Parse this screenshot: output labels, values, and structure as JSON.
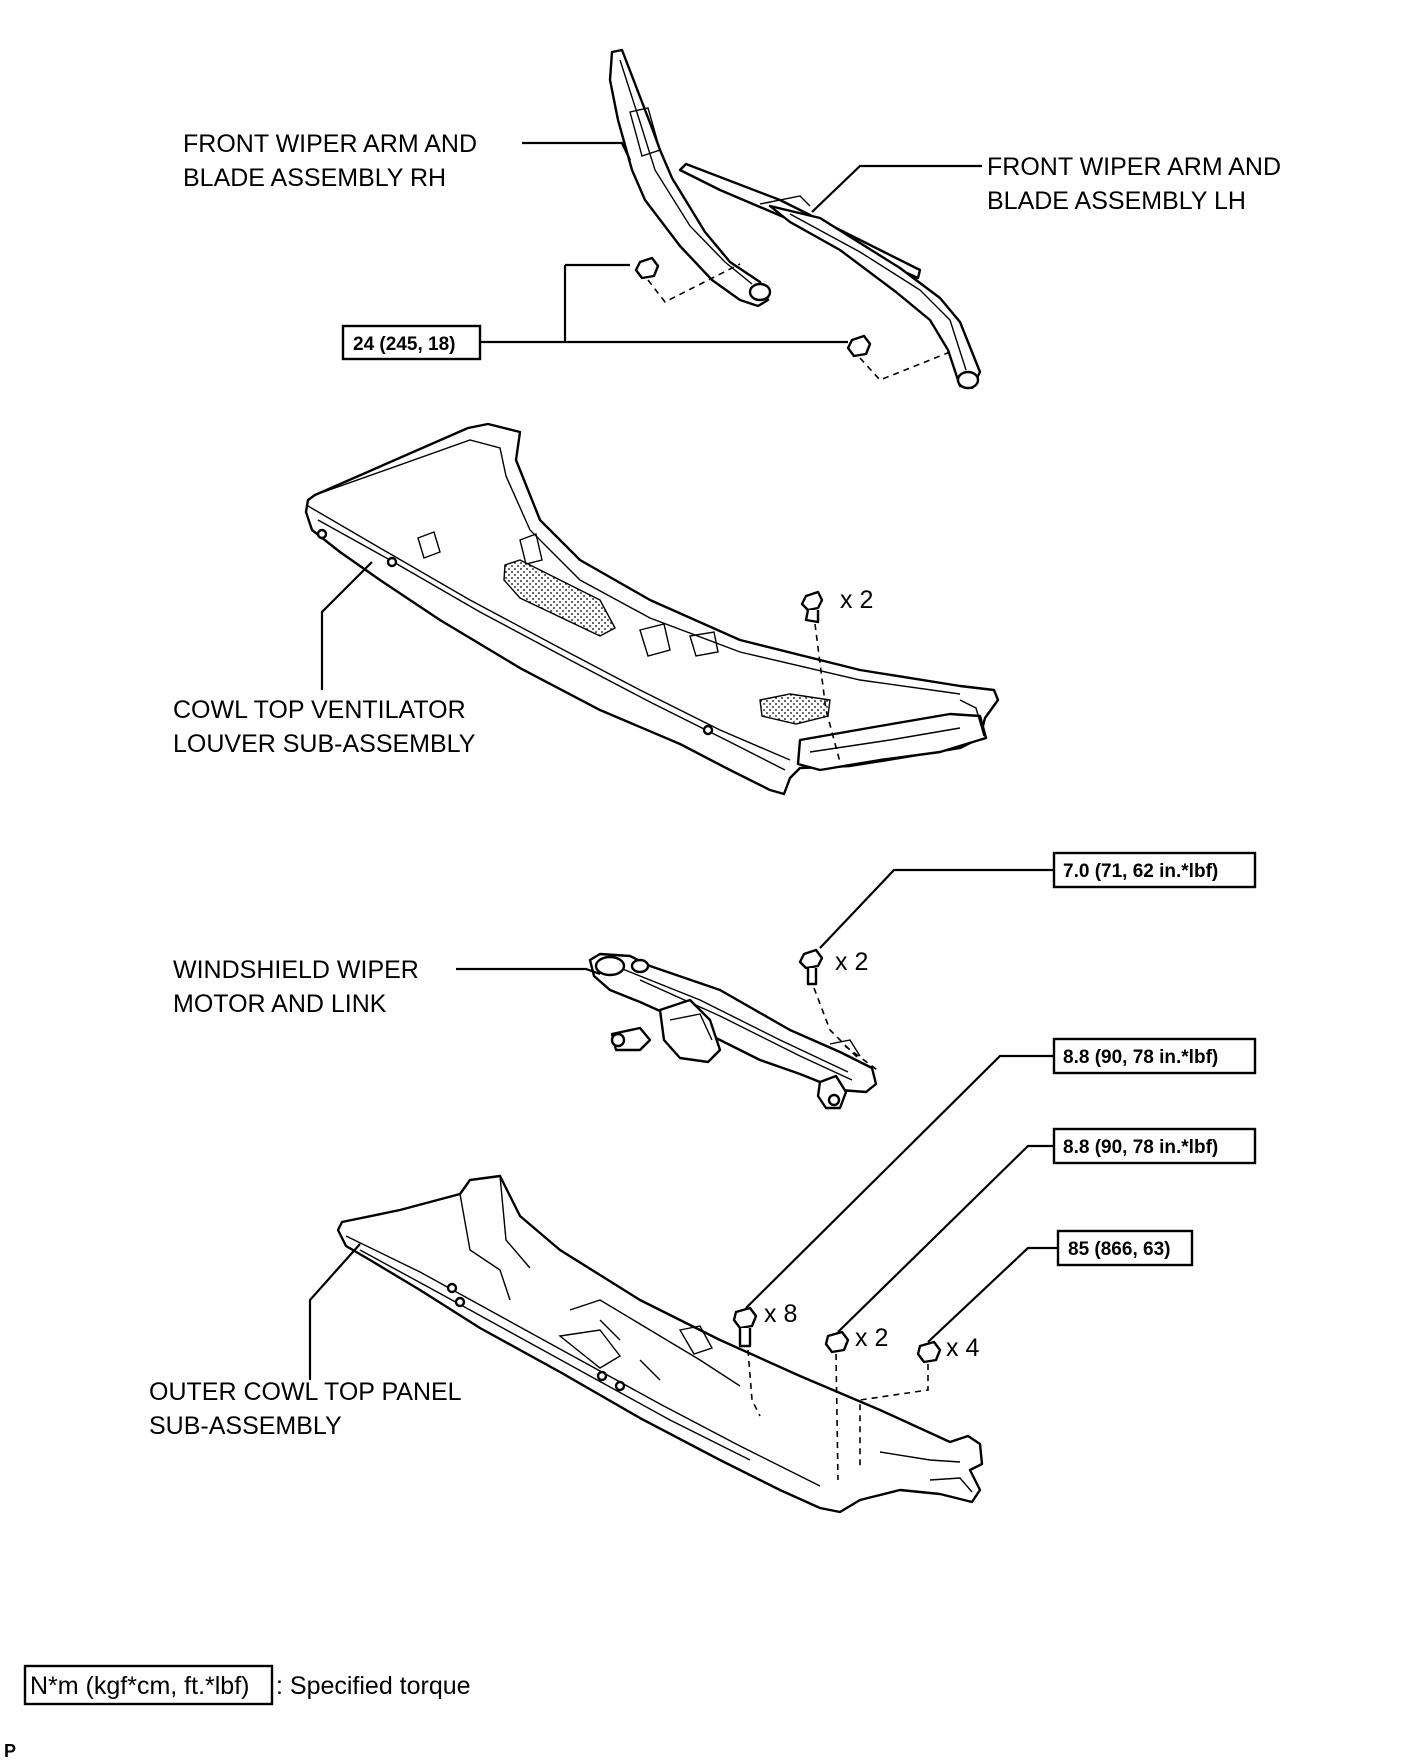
{
  "labels": {
    "wiper_rh": [
      "FRONT WIPER ARM AND",
      "BLADE ASSEMBLY RH"
    ],
    "wiper_lh": [
      "FRONT WIPER ARM AND",
      "BLADE ASSEMBLY LH"
    ],
    "cowl_louver": [
      "COWL TOP VENTILATOR",
      "LOUVER SUB-ASSEMBLY"
    ],
    "wiper_motor": [
      "WINDSHIELD WIPER",
      "MOTOR AND LINK"
    ],
    "outer_cowl": [
      "OUTER COWL TOP PANEL",
      "SUB-ASSEMBLY"
    ]
  },
  "torques": {
    "wiper_nut": "24 (245, 18)",
    "motor_bolt": "7.0 (71, 62 in.*lbf)",
    "panel_bolt": "8.8 (90, 78 in.*lbf)",
    "panel_nut": "8.8 (90, 78 in.*lbf)",
    "panel_nut_large": "85 (866, 63)"
  },
  "quantities": {
    "louver_clip": "x 2",
    "motor_bolt": "x 2",
    "panel_bolt": "x 8",
    "panel_nut": "x 2",
    "panel_nut_large": "x 4"
  },
  "legend": {
    "unit_box": "N*m (kgf*cm, ft.*lbf)",
    "description": ": Specified torque"
  },
  "corner_mark": "P"
}
